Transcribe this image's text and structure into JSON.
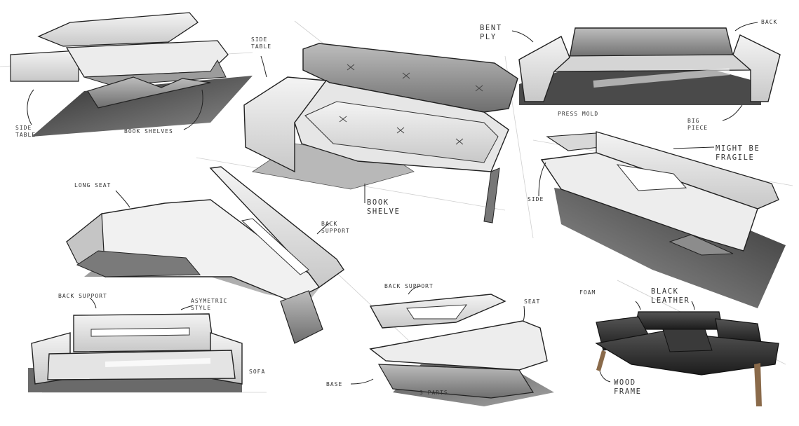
{
  "annotations": {
    "side_table_1": "SIDE TABLE",
    "book_shelves": "BOOK SHELVES",
    "side_table_2": "SIDE TABLE",
    "bent_ply": "BENT PLY",
    "back_1": "BACK",
    "press_mold": "PRESS MOLD",
    "big_piece": "BIG PIECE",
    "might_be_fragile": "MIGHT BE FRAGILE",
    "side": "SIDE",
    "book_shelve": "BOOK SHELVE",
    "long_seat": "LONG SEAT",
    "back_support_1": "BACK SUPPORT",
    "back_support_2": "BACK SUPPORT",
    "asymetric_style": "ASYMETRIC STYLE",
    "sofa": "SOFA",
    "back_support_3": "BACK SUPPORT",
    "seat": "SEAT",
    "base": "BASE",
    "3_parts": "3 PARTS",
    "foam": "FOAM",
    "black_leather": "BLACK LEATHER",
    "wood_frame": "WOOD FRAME"
  },
  "colors": {
    "paper": "#ffffff",
    "ink": "#1a1a1a",
    "marker_light": "#d9d9d9",
    "marker_mid": "#9a9a9a",
    "shadow": "#5a5a5a",
    "leather": "#2a2a2a",
    "wood": "#8a6a4a"
  }
}
